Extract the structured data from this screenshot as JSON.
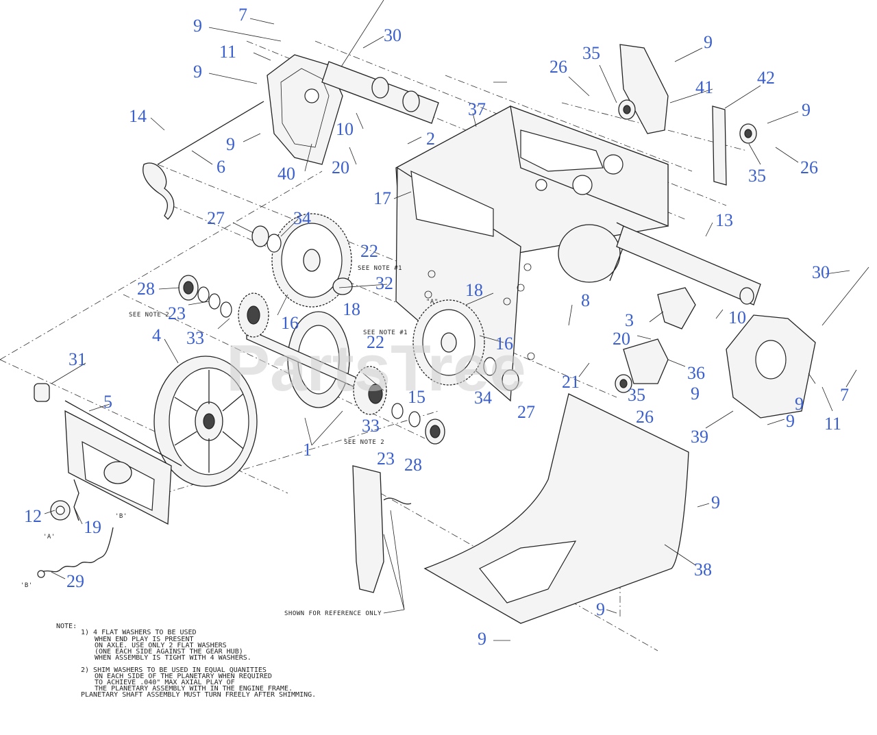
{
  "watermark": "PartsTree",
  "callouts": [
    "7",
    "9",
    "30",
    "11",
    "9",
    "14",
    "6",
    "9",
    "40",
    "10",
    "20",
    "2",
    "37",
    "35",
    "26",
    "9",
    "41",
    "42",
    "9",
    "35",
    "26",
    "17",
    "27",
    "34",
    "22",
    "32",
    "18",
    "28",
    "23",
    "33",
    "16",
    "18",
    "22",
    "16",
    "31",
    "5",
    "4",
    "1",
    "15",
    "33",
    "23",
    "28",
    "34",
    "27",
    "8",
    "3",
    "10",
    "30",
    "13",
    "20",
    "21",
    "36",
    "35",
    "9",
    "26",
    "9",
    "7",
    "11",
    "39",
    "9",
    "12",
    "19",
    "29",
    "38",
    "9",
    "9",
    "9"
  ],
  "ref_marks": [
    "SEE NOTE #1",
    "SEE NOTE #1",
    "SEE NOTE 2",
    "SEE NOTE 2",
    "\"A\"",
    "'A'",
    "'B'",
    "'B'"
  ],
  "reference_text": "SHOWN FOR REFERENCE ONLY",
  "notes": {
    "heading": "NOTE:",
    "lines": [
      "1) 4 FLAT WASHERS TO BE USED",
      "WHEN END PLAY IS PRESENT",
      "ON AXLE. USE ONLY 2 FLAT WASHERS",
      "(ONE EACH SIDE AGAINST THE GEAR HUB)",
      "WHEN ASSEMBLY IS TIGHT WITH 4 WASHERS.",
      "2) SHIM WASHERS TO BE USED IN EQUAL QUANITIES",
      "ON EACH SIDE OF THE PLANETARY WHEN REQUIRED",
      "TO ACHIEVE .040\" MAX AXIAL PLAY OF",
      "THE PLANETARY ASSEMBLY WITH IN THE ENGINE FRAME.",
      "PLANETARY SHAFT ASSEMBLY MUST TURN FREELY AFTER SHIMMING."
    ]
  },
  "colors": {
    "callout": "#3a5fcd",
    "line": "#222222",
    "watermark": "#cfcfcf"
  }
}
